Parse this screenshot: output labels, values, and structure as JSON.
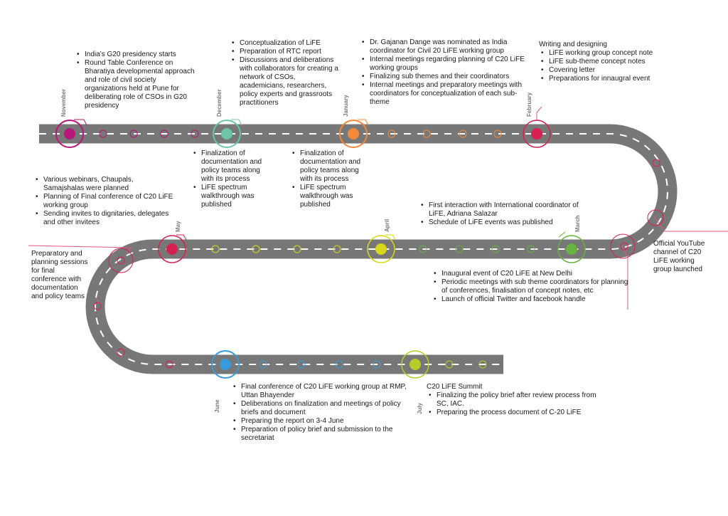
{
  "months": {
    "november": "November",
    "december": "December",
    "january": "January",
    "february": "February",
    "march": "March",
    "april": "April",
    "may": "May",
    "june": "June",
    "july": "July"
  },
  "colors": {
    "road": "#777777",
    "dash": "#ffffff",
    "november": "#b5177a",
    "december": "#6cc6a6",
    "january": "#f28a3a",
    "february": "#d6204f",
    "march": "#66b33f",
    "april": "#d8d81a",
    "may": "#d6204f",
    "june": "#3a9ad9",
    "july": "#b6cc2b",
    "connector": "#e05a7a"
  },
  "text": {
    "november": [
      "India’s G20 presidency starts",
      "Round Table Conference on Bharatiya developmental approach and role of civil society organizations held at Pune for deliberating role of CSOs  in G20 presidency"
    ],
    "december_top": [
      "Conceptualization of LiFE",
      "Preparation of RTC report",
      "Discussions and deliberations with collaborators for creating a network of CSOs, academicians, researchers, policy experts and grassroots practitioners"
    ],
    "december_bottom": [
      "Finalization of documentation and policy teams along with its process",
      "LiFE spectrum walkthrough was published"
    ],
    "january_bottom": [
      "Finalization of documentation and policy teams along with its process",
      "LiFE spectrum walkthrough was published"
    ],
    "january_top": [
      "Dr. Gajanan Dange was nominated as India coordinator for Civil 20 LiFE working group",
      "Internal meetings regarding planning of C20 LiFE working groups",
      "Finalizing sub themes and their coordinators",
      "Internal meetings and preparatory meetings with coordinators for conceptualization of each sub-theme"
    ],
    "february_heading": "Writing and designing",
    "february": [
      "LiFE working group concept note",
      "LiFE sub-theme concept notes",
      "Covering letter",
      "Preparations for innaugral event"
    ],
    "youtube": "Official YouTube channel of C20 LiFE working group launched",
    "march_top": [
      "First interaction with International coordinator of LiFE, Adriana Salazar",
      "Schedule of LiFE events was published"
    ],
    "march_bottom": [
      "Inaugural event of C20 LiFE at New Delhi",
      "Periodic meetings with sub theme coordinators for planning of conferences, finalisation of concept notes, etc",
      "Launch of official Twitter and facebook handle"
    ],
    "may_top": [
      "Various webinars, Chaupals, Samajshalas were planned",
      "Planning of Final conference of C20 LiFE working group",
      "Sending invites to dignitaries, delegates and other invitees"
    ],
    "preparatory": "Preparatory and planning sessions for final conference with documentation and policy teams",
    "june": [
      "Final conference of C20 LiFE working group at RMP, Uttan  Bhayender",
      "Deliberations on finalization and meetings of policy briefs and document",
      "Preparing the report on  3-4 June",
      "Preparation of policy brief and submission to the secretariat"
    ],
    "july_heading": "C20 LiFE Summit",
    "july": [
      "Finalizing the policy brief after review process from SC, IAC.",
      "Preparing the process document of C-20 LiFE"
    ]
  }
}
